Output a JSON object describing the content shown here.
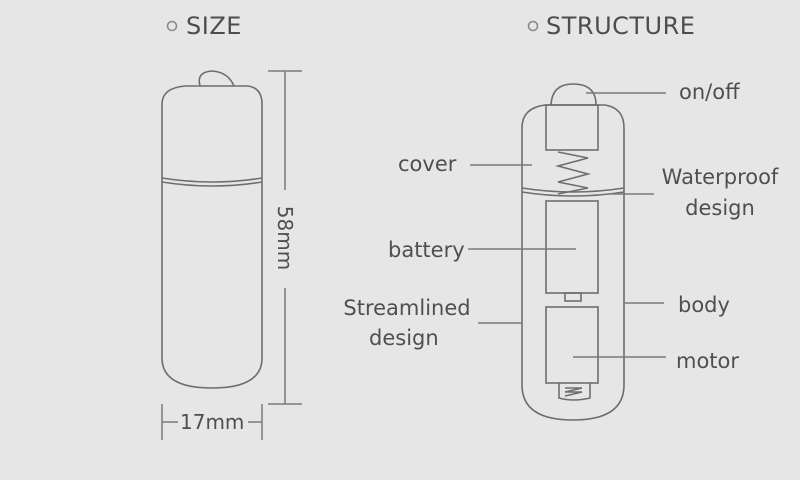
{
  "headings": {
    "size": "SIZE",
    "structure": "STRUCTURE"
  },
  "dimensions": {
    "height": "58mm",
    "width": "17mm"
  },
  "labels": {
    "on_off": "on/off",
    "cover": "cover",
    "waterproof_line1": "Waterproof",
    "waterproof_line2": "design",
    "battery": "battery",
    "body": "body",
    "streamlined_line1": "Streamlined",
    "streamlined_line2": "design",
    "motor": "motor"
  },
  "colors": {
    "background": "#e6e6e6",
    "line": "#7a7a7a",
    "text": "#4f4f4f"
  }
}
